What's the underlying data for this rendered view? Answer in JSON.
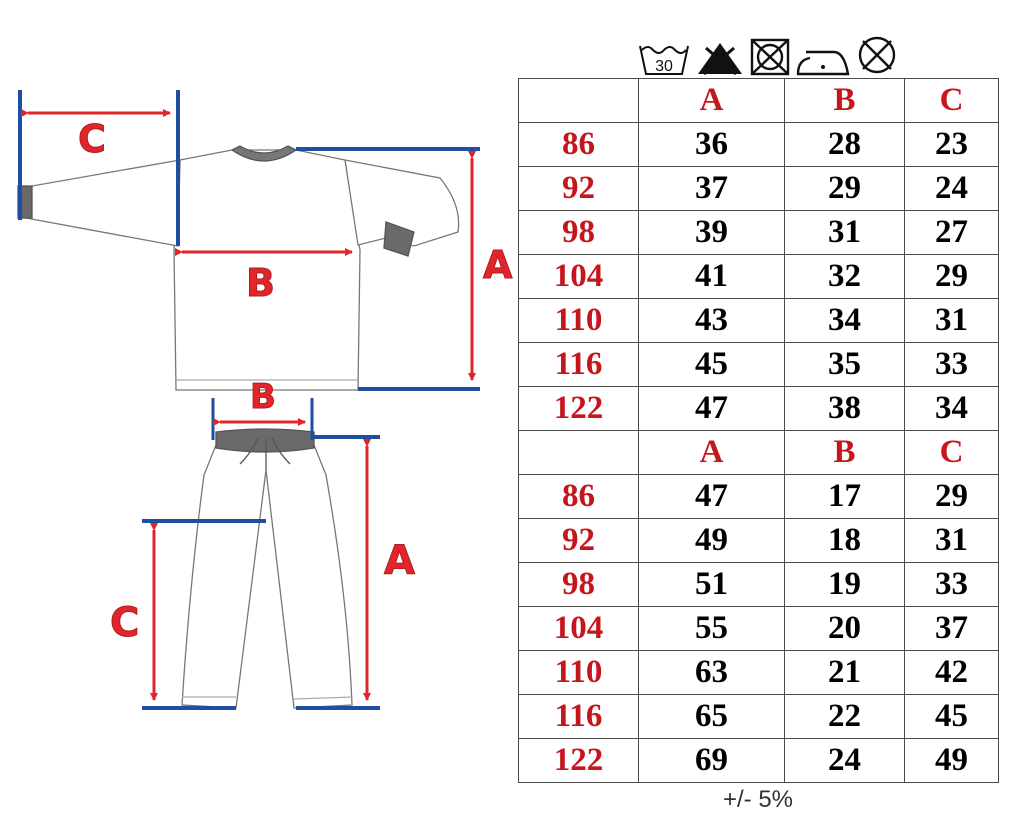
{
  "care_icons": [
    "wash-30-icon",
    "no-bleach-icon",
    "no-tumble-dry-icon",
    "iron-low-icon",
    "no-dry-clean-icon"
  ],
  "wash_temperature": "30",
  "illustration": {
    "top": {
      "letter_c": "C",
      "letter_b": "B",
      "letter_a": "A"
    },
    "bottom": {
      "letter_b": "B",
      "letter_a": "A",
      "letter_c": "C"
    }
  },
  "top_table": {
    "headers": [
      "A",
      "B",
      "C"
    ],
    "rows": [
      {
        "size": "86",
        "values": [
          "36",
          "28",
          "23"
        ]
      },
      {
        "size": "92",
        "values": [
          "37",
          "29",
          "24"
        ]
      },
      {
        "size": "98",
        "values": [
          "39",
          "31",
          "27"
        ]
      },
      {
        "size": "104",
        "values": [
          "41",
          "32",
          "29"
        ]
      },
      {
        "size": "110",
        "values": [
          "43",
          "34",
          "31"
        ]
      },
      {
        "size": "116",
        "values": [
          "45",
          "35",
          "33"
        ]
      },
      {
        "size": "122",
        "values": [
          "47",
          "38",
          "34"
        ]
      }
    ]
  },
  "bottom_table": {
    "headers": [
      "A",
      "B",
      "C"
    ],
    "rows": [
      {
        "size": "86",
        "values": [
          "47",
          "17",
          "29"
        ]
      },
      {
        "size": "92",
        "values": [
          "49",
          "18",
          "31"
        ]
      },
      {
        "size": "98",
        "values": [
          "51",
          "19",
          "33"
        ]
      },
      {
        "size": "104",
        "values": [
          "55",
          "20",
          "37"
        ]
      },
      {
        "size": "110",
        "values": [
          "63",
          "21",
          "42"
        ]
      },
      {
        "size": "116",
        "values": [
          "65",
          "22",
          "45"
        ]
      },
      {
        "size": "122",
        "values": [
          "69",
          "24",
          "49"
        ]
      }
    ]
  },
  "tolerance": "+/- 5%",
  "colors": {
    "accent_red": "#c5161d",
    "measure_blue": "#1f4fa0",
    "arrow_red": "#e0262b"
  }
}
